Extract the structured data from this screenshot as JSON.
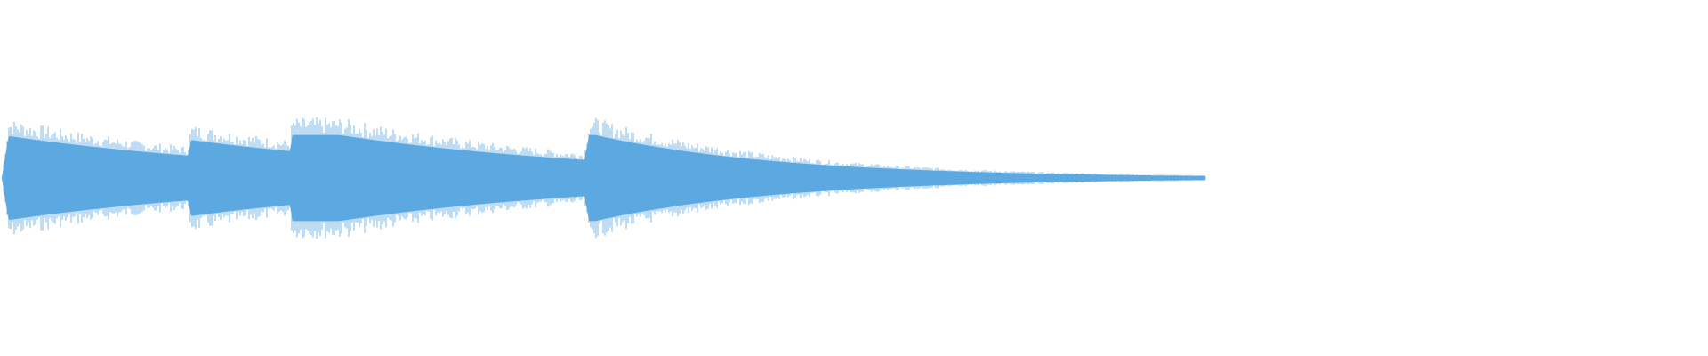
{
  "waveform": {
    "color": "#5DA9E1",
    "background": "#ffffff",
    "onsets": [
      0.0,
      0.107,
      0.167,
      0.34
    ],
    "peak_amplitudes": [
      1.0,
      0.72,
      0.98,
      0.92
    ],
    "decay_end": 0.705
  }
}
